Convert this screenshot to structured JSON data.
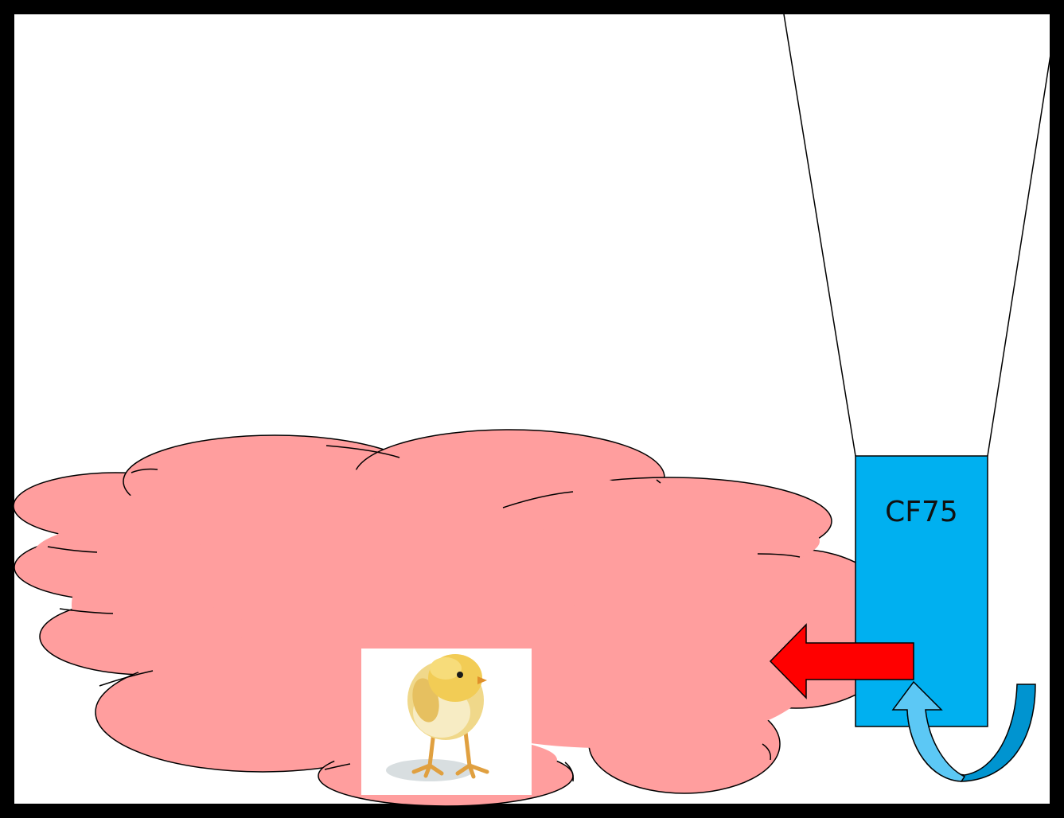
{
  "diagram": {
    "device": {
      "label": "CF75",
      "color": "#00b0f0"
    },
    "cloud": {
      "color": "#ff9e9e"
    },
    "flow_arrow": {
      "direction": "left",
      "color": "#ff0000"
    },
    "intake_arrow": {
      "color": "#00b0f0"
    },
    "photo": {
      "subject": "chick"
    },
    "frame": {
      "color": "#000000"
    }
  }
}
